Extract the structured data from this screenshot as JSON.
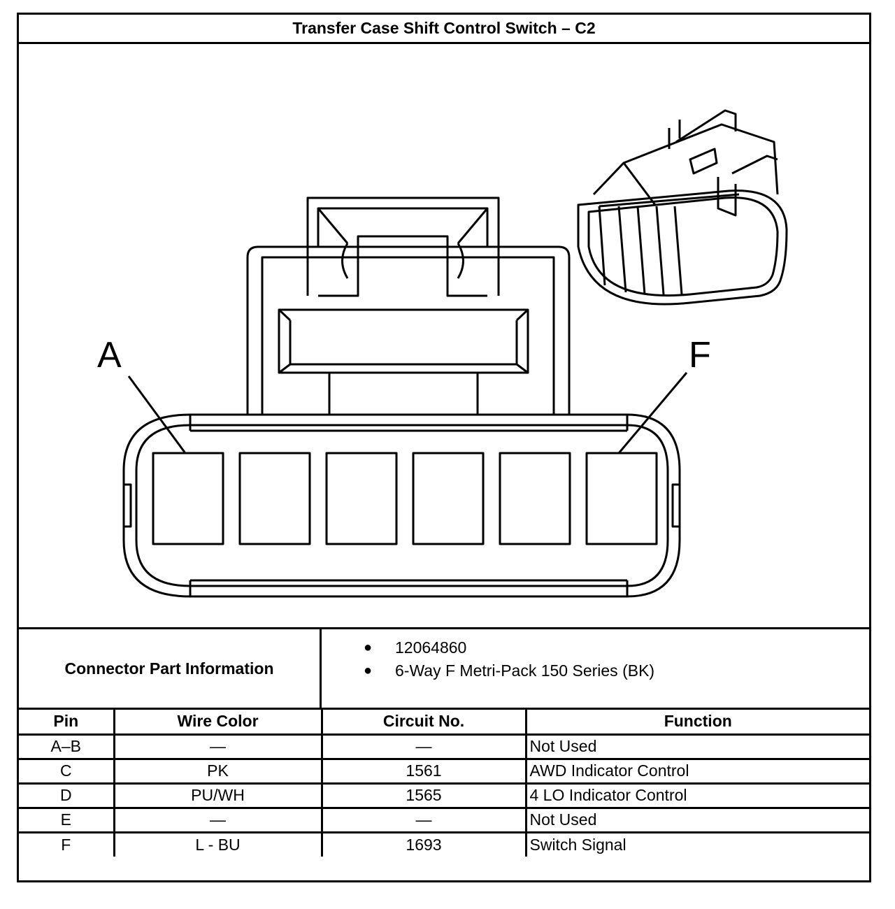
{
  "title": "Transfer Case Shift Control Switch – C2",
  "diagram": {
    "label_left": "A",
    "label_right": "F"
  },
  "connector_info": {
    "label": "Connector Part Information",
    "items": [
      "12064860",
      "6-Way F Metri-Pack 150 Series (BK)"
    ]
  },
  "table": {
    "headers": [
      "Pin",
      "Wire Color",
      "Circuit No.",
      "Function"
    ],
    "rows": [
      {
        "pin": "A–B",
        "wire": "—",
        "circuit": "—",
        "function": "Not Used"
      },
      {
        "pin": "C",
        "wire": "PK",
        "circuit": "1561",
        "function": "AWD Indicator Control"
      },
      {
        "pin": "D",
        "wire": "PU/WH",
        "circuit": "1565",
        "function": "4 LO Indicator Control"
      },
      {
        "pin": "E",
        "wire": "—",
        "circuit": "—",
        "function": "Not Used"
      },
      {
        "pin": "F",
        "wire": "L - BU",
        "circuit": "1693",
        "function": "Switch Signal"
      }
    ]
  }
}
